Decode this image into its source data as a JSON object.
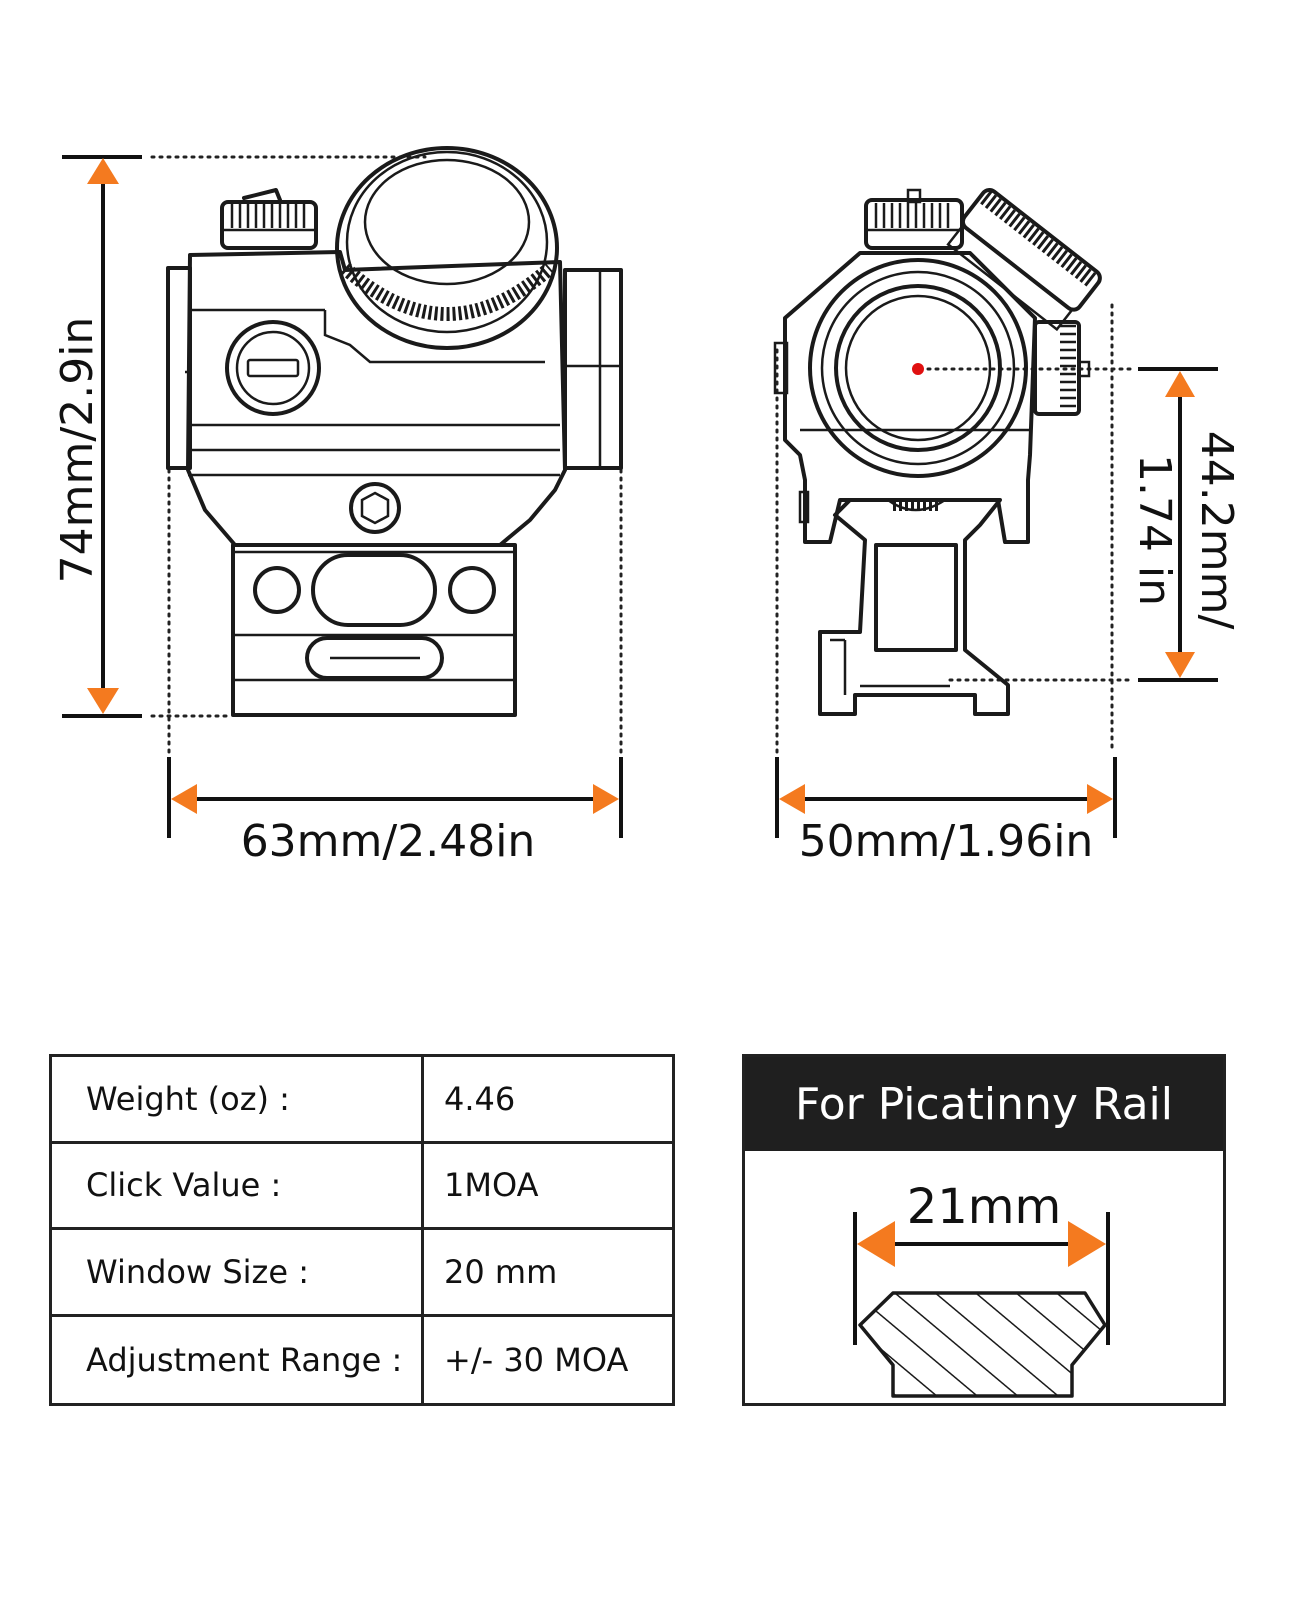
{
  "dimensions": {
    "height_front": "74mm/2.9in",
    "width_front": "63mm/2.48in",
    "width_side": "50mm/1.96in",
    "height_side_line1": "44.2mm/",
    "height_side_line2": "1.74 in"
  },
  "specs": [
    {
      "label": "Weight (oz) :",
      "value": "4.46"
    },
    {
      "label": "Click Value :",
      "value": "1MOA"
    },
    {
      "label": "Window Size :",
      "value": "20 mm"
    },
    {
      "label": "Adjustment Range :",
      "value": "+/- 30 MOA"
    }
  ],
  "rail": {
    "title": "For Picatinny Rail",
    "width": "21mm"
  },
  "colors": {
    "arrow": "#f47a1f",
    "ink": "#1a1a1a",
    "red_dot": "#e01010",
    "header_bg": "#1f1f1f"
  }
}
